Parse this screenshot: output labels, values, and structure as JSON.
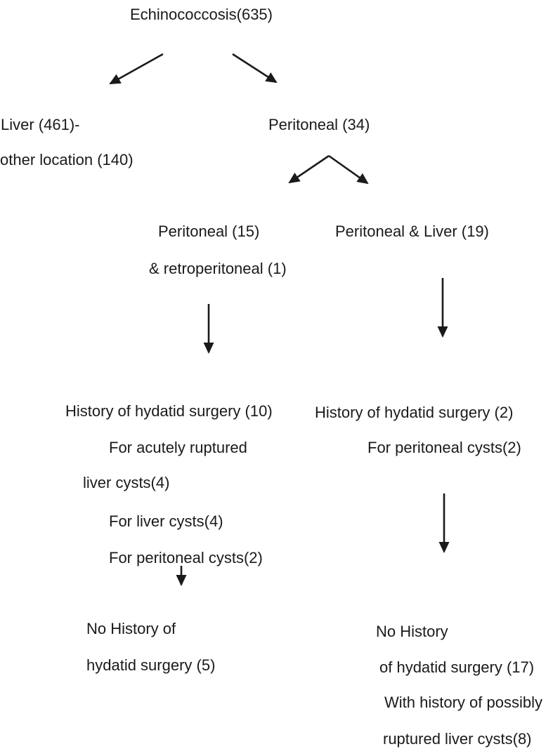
{
  "diagram_title": "Echinococcosis case distribution flowchart",
  "colors": {
    "text": "#1a1a1a",
    "arrow": "#1a1a1a",
    "background": "#ffffff"
  },
  "nodes": {
    "root": {
      "label": "Echinococcosis(635)"
    },
    "liver": {
      "lines": [
        "Liver (461)-",
        "other location (140)"
      ]
    },
    "peritoneal": {
      "label": "Peritoneal (34)"
    },
    "peritoneal_retro": {
      "lines": [
        "Peritoneal (15)",
        "& retroperitoneal (1)"
      ]
    },
    "peritoneal_liver": {
      "label": "Peritoneal & Liver (19)"
    },
    "history_left": {
      "lines": [
        "History of hydatid surgery (10)",
        "For acutely ruptured",
        "liver cysts(4)",
        "For liver cysts(4)",
        "For peritoneal cysts(2)"
      ]
    },
    "history_right": {
      "lines": [
        "History of hydatid surgery (2)",
        "For peritoneal cysts(2)"
      ]
    },
    "no_history_left": {
      "lines": [
        "No History of",
        "hydatid surgery (5)"
      ]
    },
    "no_history_right": {
      "lines": [
        "No History",
        "of hydatid surgery (17)",
        "With history of possibly",
        "ruptured liver cysts(8)"
      ]
    }
  }
}
